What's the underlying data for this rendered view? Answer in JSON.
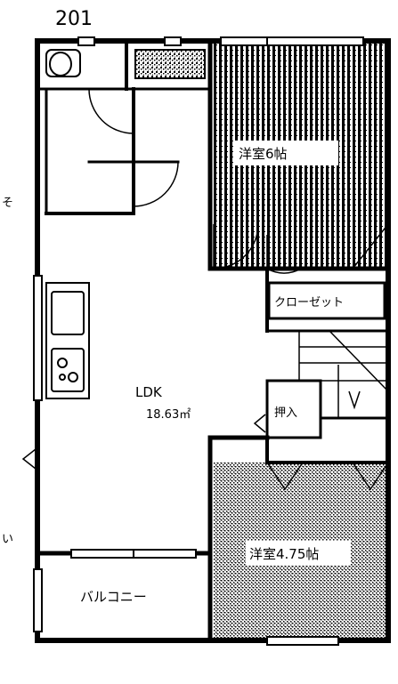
{
  "unit_number": "201",
  "rooms": {
    "ldk": {
      "name": "LDK",
      "area": "18.63㎡"
    },
    "western_room_1": {
      "name": "洋室6帖"
    },
    "western_room_2": {
      "name": "洋室4.75帖"
    },
    "closet": {
      "name": "クローゼット"
    },
    "storage": {
      "name": "押入"
    },
    "balcony": {
      "name": "バルコニー"
    }
  },
  "side_marks": [
    "そ",
    "い"
  ],
  "colors": {
    "wall": "#000000",
    "hatch": "#000000",
    "background": "#ffffff"
  }
}
